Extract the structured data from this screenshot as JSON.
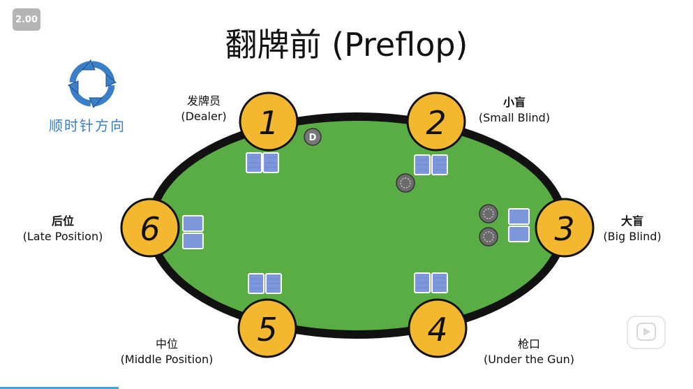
{
  "player": {
    "speed_badge": "2.00"
  },
  "slide": {
    "title": "翻牌前 (Preflop)",
    "direction_label": "顺时针方向",
    "positions": [
      {
        "seat": "1",
        "zh": "发牌员",
        "en": "(Dealer)"
      },
      {
        "seat": "2",
        "zh": "小盲",
        "en": "(Small Blind)"
      },
      {
        "seat": "3",
        "zh": "大盲",
        "en": "(Big Blind)"
      },
      {
        "seat": "4",
        "zh": "枪口",
        "en": "(Under the Gun)"
      },
      {
        "seat": "5",
        "zh": "中位",
        "en": "(Middle Position)"
      },
      {
        "seat": "6",
        "zh": "后位",
        "en": "(Late Position)"
      }
    ],
    "dealer_button": "D"
  },
  "colors": {
    "felt": "#5aac45",
    "table_rim": "#111111",
    "seat_fill": "#f3b82f",
    "card_back": "#6f8fd6",
    "arrow_blue": "#3b7fc8",
    "chip": "#6b6b6b"
  },
  "icons": {
    "direction": "clockwise-arrows-icon",
    "play": "play-icon"
  }
}
